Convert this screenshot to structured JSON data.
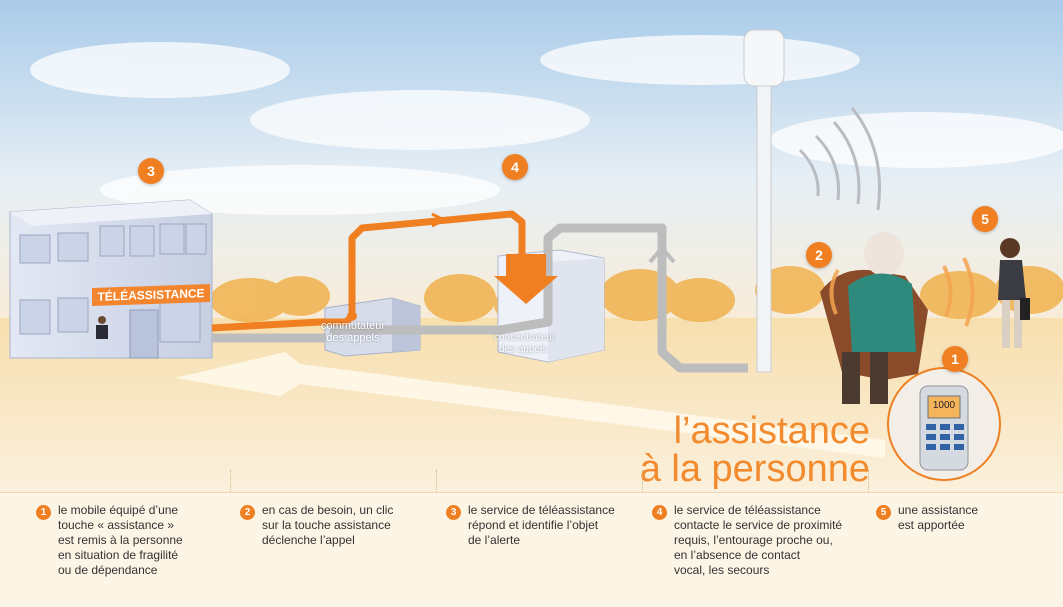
{
  "sign_label": "TÉLÉASSISTANCE",
  "switch_label": "commutateur\ndes appels",
  "concentrator_label": "concentrateur\ndes appels",
  "headline": {
    "line1": "l’assistance",
    "line2": "à la personne"
  },
  "phone_display": "1000",
  "badges": {
    "building": "3",
    "concentrator": "4",
    "elderly": "2",
    "walker": "5",
    "phone": "1"
  },
  "steps": [
    {
      "num": "1",
      "text": "le mobile équipé d’une\ntouche « assistance »\nest remis à la personne\nen situation de fragilité\nou de dépendance"
    },
    {
      "num": "2",
      "text": "en cas de besoin, un clic\nsur la touche assistance\ndéclenche l’appel"
    },
    {
      "num": "3",
      "text": "le service de téléassistance\nrépond et identifie l’objet\nde l’alerte"
    },
    {
      "num": "4",
      "text": "le service de téléassistance\ncontacte le service de proximité\nrequis, l’entourage proche ou,\nen l’absence de contact\nvocal, les secours"
    },
    {
      "num": "5",
      "text": "une assistance\nest apportée"
    }
  ],
  "colors": {
    "accent": "#f07f22",
    "sky": "#b9d6ee",
    "ground": "#f7e6c3",
    "building": "#d9e0ef",
    "grey_path": "#b8b8b8"
  }
}
